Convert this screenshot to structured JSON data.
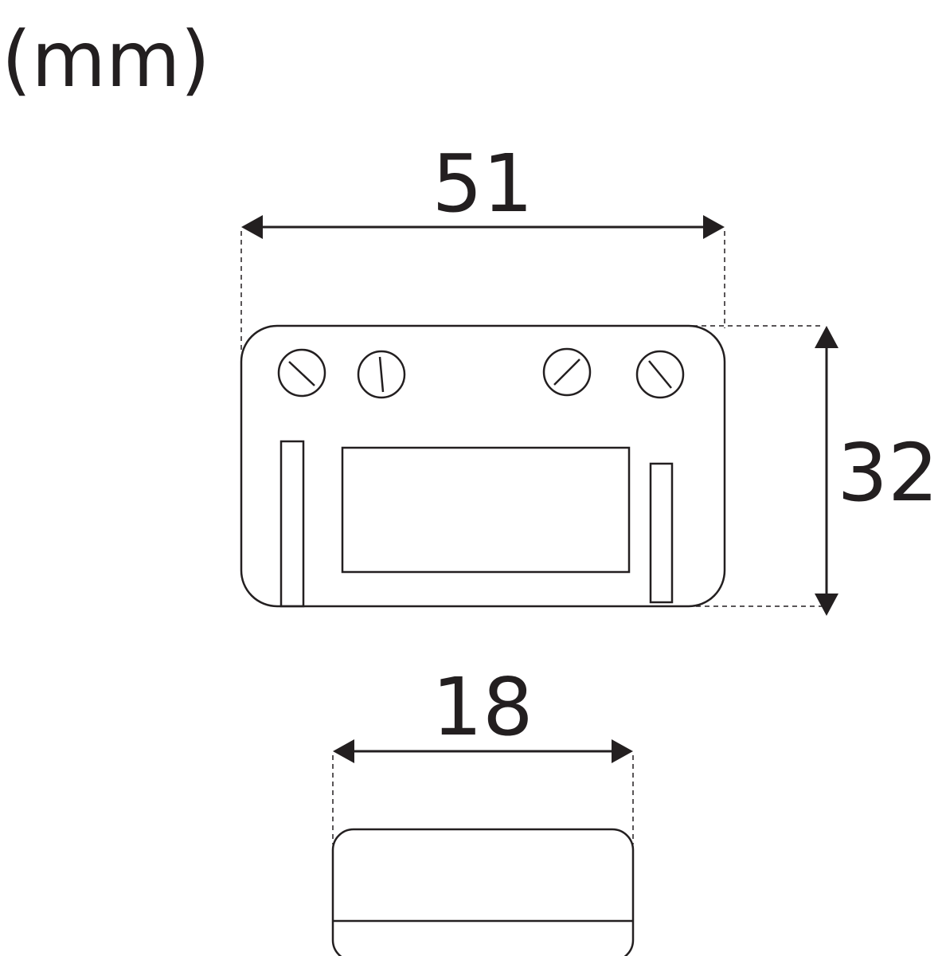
{
  "unit_label": "(mm)",
  "dimensions": {
    "width": "51",
    "height": "32",
    "depth": "18"
  },
  "colors": {
    "line": "#231f20",
    "background": "#ffffff"
  }
}
